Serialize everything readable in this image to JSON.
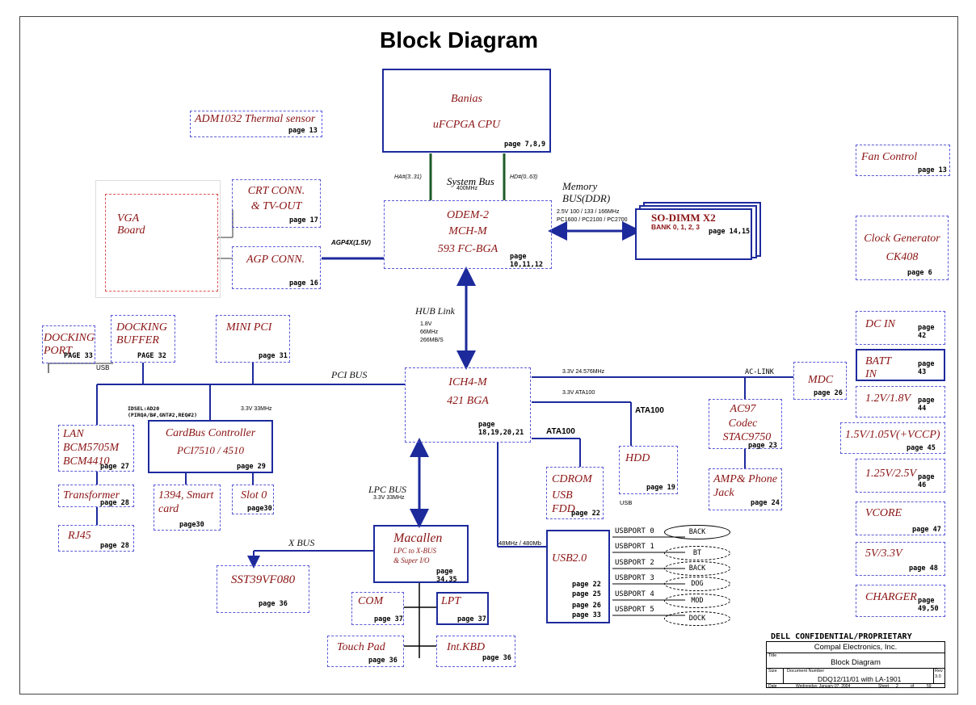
{
  "title": "Block Diagram",
  "cpu": {
    "name": "Banias",
    "type": "uFCPGA CPU",
    "page": "page 7,8,9"
  },
  "system_bus": {
    "label": "System Bus",
    "speed": "400MHz",
    "ha": "HA#(3..31)",
    "hd": "HD#(0..63)"
  },
  "mch": {
    "l1": "ODEM-2",
    "l2": "MCH-M",
    "l3": "593  FC-BGA",
    "page1": "page",
    "page2": "10,11,12"
  },
  "memory": {
    "l1": "Memory",
    "l2": "BUS(DDR)",
    "s1": "2.5V 100 / 133 / 166MHz",
    "s2": "PC1600   / PC2100 / PC2700"
  },
  "sodimm": {
    "name": "SO-DIMM X2",
    "bank": "BANK 0, 1, 2, 3",
    "page": "page 14,15"
  },
  "adm": {
    "name": "ADM1032 Thermal sensor",
    "page": "page 13"
  },
  "fan": {
    "name": "Fan Control",
    "page": "page 13"
  },
  "clock": {
    "l1": "Clock Generator",
    "l2": "CK408",
    "page": "page 6"
  },
  "crt": {
    "l1": "CRT CONN.",
    "l2": "& TV-OUT",
    "page": "page 17"
  },
  "vga": {
    "l1": "VGA",
    "l2": "Board"
  },
  "agp": {
    "name": "AGP CONN.",
    "page": "page 16",
    "bus": "AGP4X(1.5V)"
  },
  "hub": {
    "label": "HUB Link",
    "s1": "1.8V",
    "s2": "66MHz",
    "s3": "266MB/S"
  },
  "docking_port": {
    "l1": "DOCKING",
    "l2": "PORT",
    "page": "PAGE 33",
    "usb": "USB"
  },
  "docking_buffer": {
    "l1": "DOCKING",
    "l2": "BUFFER",
    "page": "PAGE 32"
  },
  "mini_pci": {
    "name": "MINI PCI",
    "page": "page 31"
  },
  "pci_bus": {
    "label": "PCI BUS",
    "idsel1": "IDSEL:AD20",
    "idsel2": "(PIRQA/B#,GNT#2,REQ#2)",
    "speed": "3.3V 33MHz"
  },
  "ich": {
    "l1": "ICH4-M",
    "l2": "421 BGA",
    "page1": "page",
    "page2": "18,19,20,21"
  },
  "ac_link": {
    "speed": "3.3V 24.576MHz",
    "label": "AC-LINK"
  },
  "ata": {
    "speed": "3.3V ATA100",
    "label1": "ATA100",
    "label2": "ATA100"
  },
  "mdc": {
    "name": "MDC",
    "page": "page 26"
  },
  "ac97": {
    "l1": "AC97",
    "l2": "Codec",
    "l3": "STAC9750",
    "page": "page 23"
  },
  "amp": {
    "l1": "AMP& Phone",
    "l2": "Jack",
    "page": "page 24"
  },
  "hdd": {
    "name": "HDD",
    "page": "page 19",
    "usb": "USB"
  },
  "cdrom": {
    "l1": "CDROM",
    "l2": "USB",
    "l3": "FDD",
    "page": "page 22"
  },
  "lan": {
    "l1": "LAN",
    "l2": "BCM5705M",
    "l3": "BCM4410",
    "page": "page 27"
  },
  "cardbus": {
    "l1": "CardBus Controller",
    "l2": "PCI7510 / 4510",
    "page": "page 29"
  },
  "transformer": {
    "name": "Transformer",
    "page": "page 28"
  },
  "smartcard": {
    "l1": "1394, Smart",
    "l2": "card",
    "page": "page30"
  },
  "slot0": {
    "name": "Slot 0",
    "page": "page30"
  },
  "rj45": {
    "name": "RJ45",
    "page": "page 28"
  },
  "lpc": {
    "label": "LPC BUS",
    "speed": "3.3V 33MHz"
  },
  "macallen": {
    "l1": "Macallen",
    "l2": "LPC to X-BUS",
    "l3": "& Super I/O",
    "page1": "page",
    "page2": "34,35"
  },
  "xbus": {
    "label": "X BUS"
  },
  "sst": {
    "name": "SST39VF080",
    "page": "page 36"
  },
  "com": {
    "name": "COM",
    "page": "page 37"
  },
  "lpt": {
    "name": "LPT",
    "page": "page 37"
  },
  "touchpad": {
    "name": "Touch Pad",
    "page": "page 36"
  },
  "kbd": {
    "name": "Int.KBD",
    "page": "page 36"
  },
  "usb2": {
    "name": "USB2.0",
    "speed": "48MHz / 480Mb",
    "p1": "page 22",
    "p2": "page 25",
    "p3": "page 26",
    "p4": "page 33"
  },
  "usb_ports": [
    "USBPORT 0",
    "USBPORT 1",
    "USBPORT 2",
    "USBPORT 3",
    "USBPORT 4",
    "USBPORT 5"
  ],
  "usb_targets": [
    "BACK",
    "BT",
    "BACK",
    "DOG",
    "MOD",
    "DOCK"
  ],
  "power": {
    "dcin": {
      "name": "DC IN",
      "page1": "page",
      "page2": "42"
    },
    "batt": {
      "l1": "BATT",
      "l2": "IN",
      "page1": "page",
      "page2": "43"
    },
    "v12": {
      "name": "1.2V/1.8V",
      "page1": "page",
      "page2": "44"
    },
    "v15": {
      "name": "1.5V/1.05V(+VCCP)",
      "page": "page 45"
    },
    "v125": {
      "name": "1.25V/2.5V",
      "page1": "page",
      "page2": "46"
    },
    "vcore": {
      "name": "VCORE",
      "page": "page 47"
    },
    "v5": {
      "name": "5V/3.3V",
      "page": "page 48"
    },
    "charger": {
      "name": "CHARGER",
      "page1": "page",
      "page2": "49,50"
    }
  },
  "titleblock": {
    "confidential": "DELL CONFIDENTIAL/PROPRIETARY",
    "company": "Compal Electronics, Inc.",
    "title_label": "Title",
    "title": "Block Diagram",
    "size_label": "Size",
    "docnum_label": "Document Number",
    "docnum": "DDQ12/11/01 with LA-1901",
    "rev_label": "Rev",
    "rev": "3.0",
    "date_label": "Date",
    "date": "Wednesday, January 07, 2004",
    "sheet_label": "Sheet",
    "sheet": "2",
    "of_label": "of",
    "of": "59"
  },
  "colors": {
    "wire": "#1d2a9c",
    "label": "#8b1414",
    "dash": "#5a5ad8",
    "green": "#1e5b2a"
  }
}
